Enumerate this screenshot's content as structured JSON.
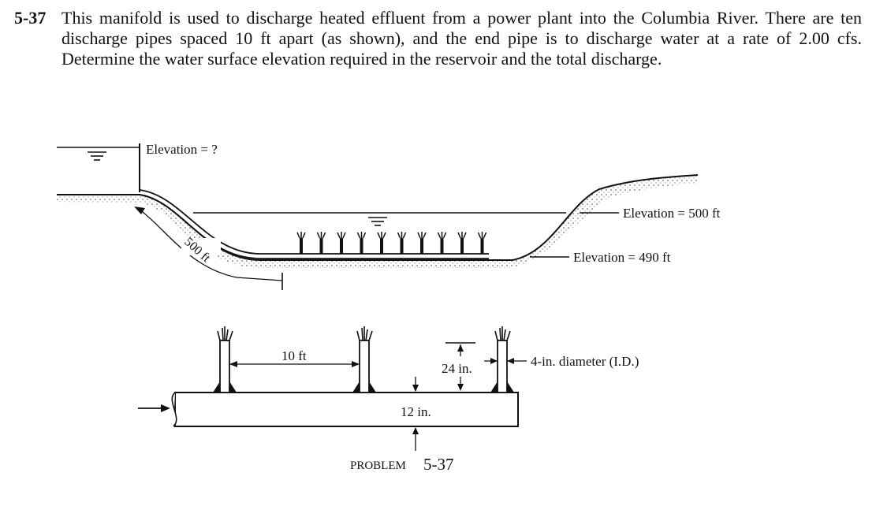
{
  "problem": {
    "number": "5-37",
    "text": "This manifold is used to discharge heated effluent from a power plant into the Columbia River. There are ten discharge pipes spaced 10 ft apart (as shown), and the end pipe is to discharge water at a rate of 2.00 cfs. Determine the water surface elevation required in the reservoir and the total discharge."
  },
  "upper_diagram": {
    "reservoir_elevation_label": "Elevation = ?",
    "river_elevation_label": "Elevation = 500 ft",
    "bed_elevation_label": "Elevation = 490 ft",
    "pipe_length_label": "500 ft",
    "discharge_pipe_count": 10
  },
  "lower_diagram": {
    "spacing_label": "10 ft",
    "riser_height_label": "24 in.",
    "riser_diameter_label": "4-in. diameter (I.D.)",
    "manifold_diameter_label": "12 in."
  },
  "caption": {
    "prefix": "PROBLEM",
    "number": "5-37"
  }
}
